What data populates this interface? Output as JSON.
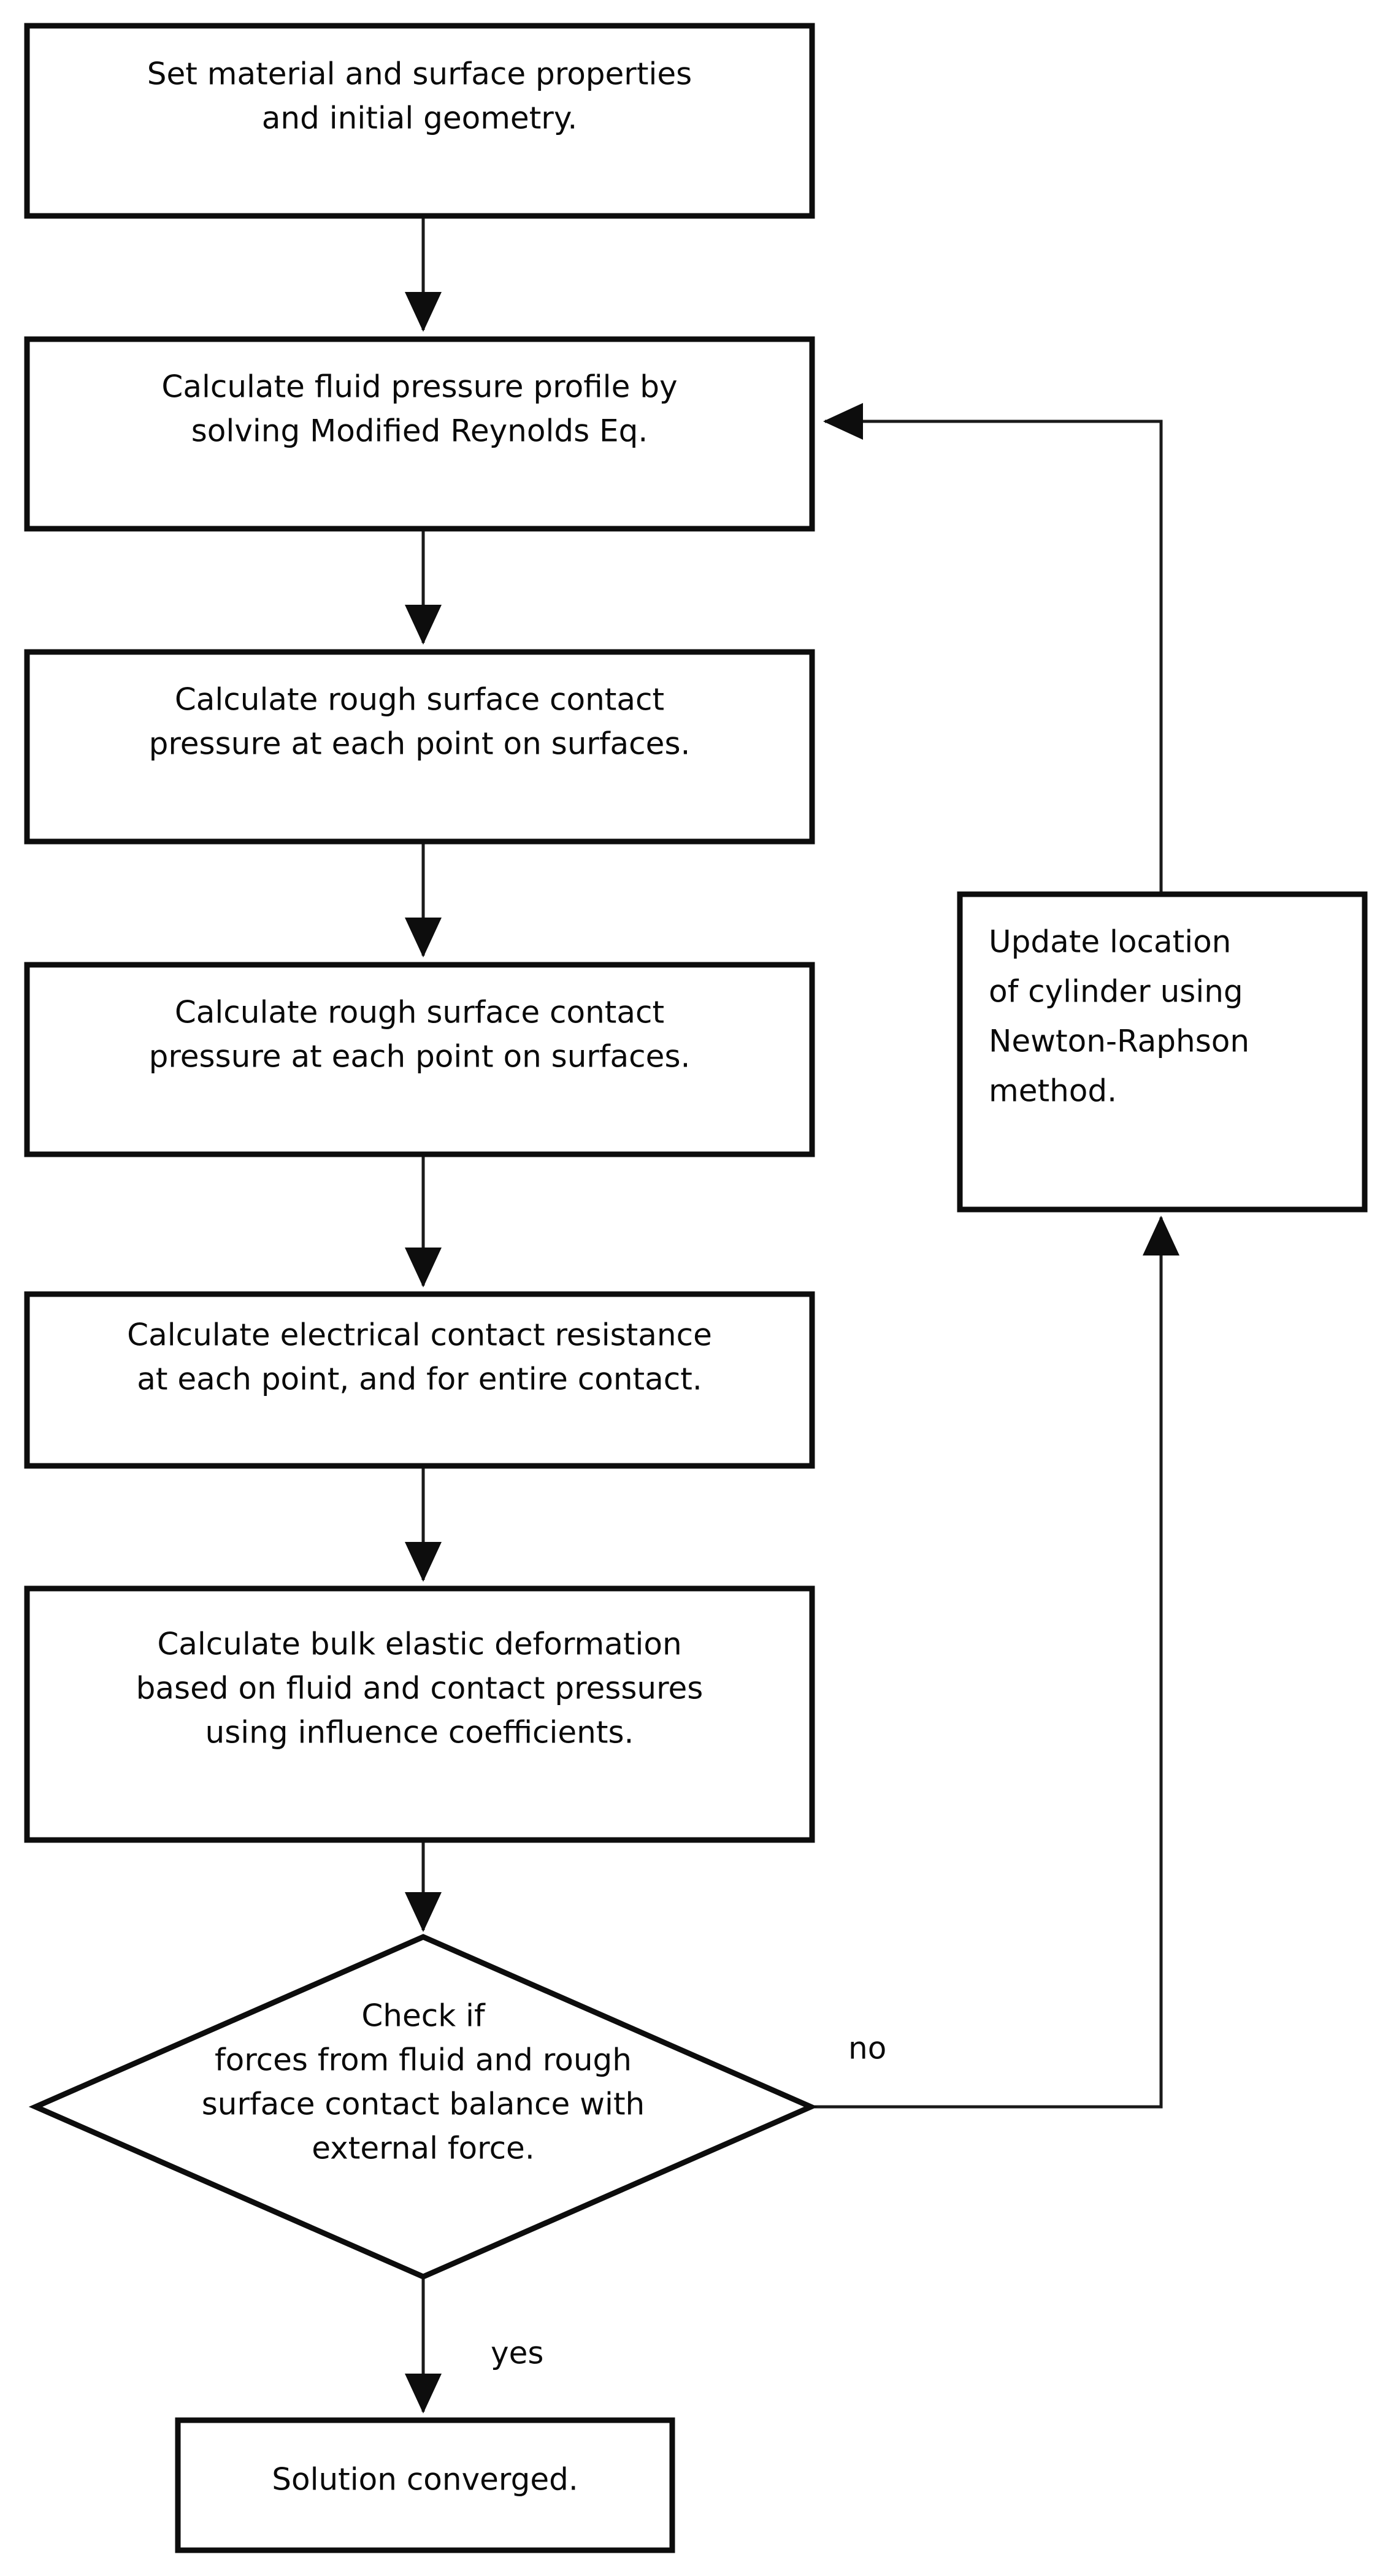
{
  "diagram": {
    "title": "Iterative mixed-lubrication / electrical contact resistance solution flowchart",
    "type": "flowchart",
    "background_color": "#ffffff",
    "line_color": "#0d0d0d",
    "text_color": "#0a0a0a",
    "nodes": [
      {
        "id": "set-properties",
        "shape": "process",
        "lines": [
          "Set material and surface properties",
          "and initial geometry."
        ],
        "align": "center"
      },
      {
        "id": "fluid-pressure",
        "shape": "process",
        "lines": [
          "Calculate fluid pressure profile by",
          "solving Modified Reynolds Eq."
        ],
        "align": "center"
      },
      {
        "id": "rough-contact-1",
        "shape": "process",
        "lines": [
          "Calculate rough surface contact",
          "pressure at each point on surfaces."
        ],
        "align": "center"
      },
      {
        "id": "rough-contact-2",
        "shape": "process",
        "lines": [
          "Calculate rough surface contact",
          "pressure at each point on surfaces."
        ],
        "align": "center"
      },
      {
        "id": "electrical-resistance",
        "shape": "process",
        "lines": [
          "Calculate electrical contact resistance",
          "at each point, and for entire contact."
        ],
        "align": "center"
      },
      {
        "id": "bulk-deformation",
        "shape": "process",
        "lines": [
          "Calculate bulk elastic deformation",
          "based on fluid and contact pressures",
          "using influence coefficients."
        ],
        "align": "center"
      },
      {
        "id": "force-balance-check",
        "shape": "decision",
        "lines": [
          "Check if",
          "forces from fluid and rough",
          "surface contact balance with",
          "external force."
        ],
        "align": "center"
      },
      {
        "id": "solution-converged",
        "shape": "process",
        "lines": [
          "Solution converged."
        ],
        "align": "center"
      },
      {
        "id": "update-location",
        "shape": "process",
        "lines": [
          "Update location",
          "of cylinder using",
          "Newton-Raphson",
          "method."
        ],
        "align": "left"
      }
    ],
    "edge_labels": {
      "no": "no",
      "yes": "yes"
    }
  }
}
